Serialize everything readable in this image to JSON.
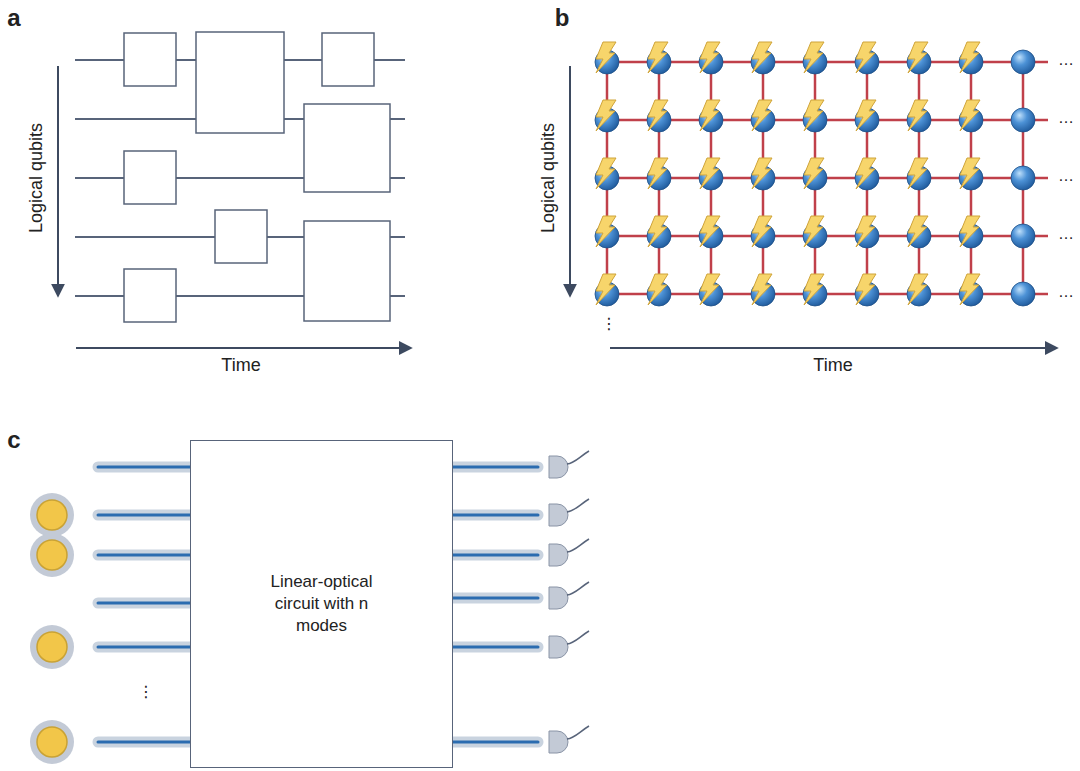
{
  "diagram": {
    "nodes": [
      {
        "text": [
          "Linear-optical circuit with n modes"
        ]
      }
    ],
    "labels": [
      "a",
      "b",
      "c",
      "Logical qubits",
      "Time",
      "Logical qubits",
      "Time",
      "⋮",
      "…",
      "…",
      "…",
      "…",
      "…",
      "⋮"
    ]
  }
}
